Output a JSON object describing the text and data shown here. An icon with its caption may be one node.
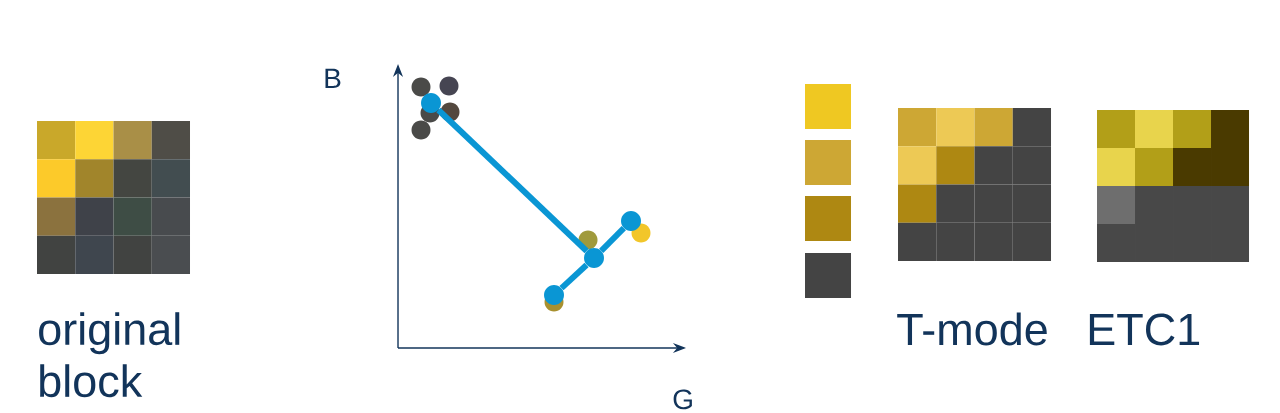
{
  "diagram": {
    "nodes": [
      {
        "text": [],
        "shape": "circle"
      },
      {
        "text": [],
        "shape": "circle"
      },
      {
        "text": [],
        "shape": "circle"
      },
      {
        "text": [],
        "shape": "circle"
      }
    ],
    "edges": [
      {
        "from": 0,
        "to": 2,
        "arrow": "none"
      },
      {
        "from": 1,
        "to": 2,
        "arrow": "none"
      },
      {
        "from": 2,
        "to": 3,
        "arrow": "none"
      }
    ],
    "labels": [
      "original block",
      "B",
      "G",
      "T-mode",
      "ETC1"
    ]
  }
}
